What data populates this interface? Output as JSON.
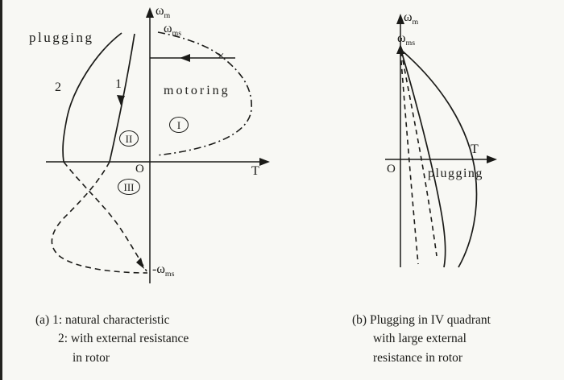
{
  "page": {
    "bg": "#f8f8f4",
    "ink": "#1b1b18"
  },
  "fig_a": {
    "labels": {
      "plugging": "plugging",
      "motoring": "motoring",
      "curve1": "1",
      "curve2": "2",
      "quadrant1": "I",
      "quadrant2": "II",
      "quadrant3": "III",
      "origin": "O",
      "torque_axis": "T",
      "omega_m": {
        "base": "ω",
        "sub": "m"
      },
      "omega_ms": {
        "base": "ω",
        "sub": "ms"
      },
      "neg_omega_ms": {
        "base": "-ω",
        "sub": "ms"
      },
      "x_marker": "×"
    },
    "caption": {
      "line1": "(a) 1: natural characteristic",
      "line2": "2: with external resistance",
      "line3": "in rotor"
    }
  },
  "fig_b": {
    "labels": {
      "omega_m": {
        "base": "ω",
        "sub": "m"
      },
      "omega_ms": {
        "base": "ω",
        "sub": "ms"
      },
      "torque_axis": "T",
      "origin": "O",
      "plugging": "plugging"
    },
    "caption": {
      "line1": "(b) Plugging in IV quadrant",
      "line2": "with large external",
      "line3": "resistance in rotor"
    }
  }
}
